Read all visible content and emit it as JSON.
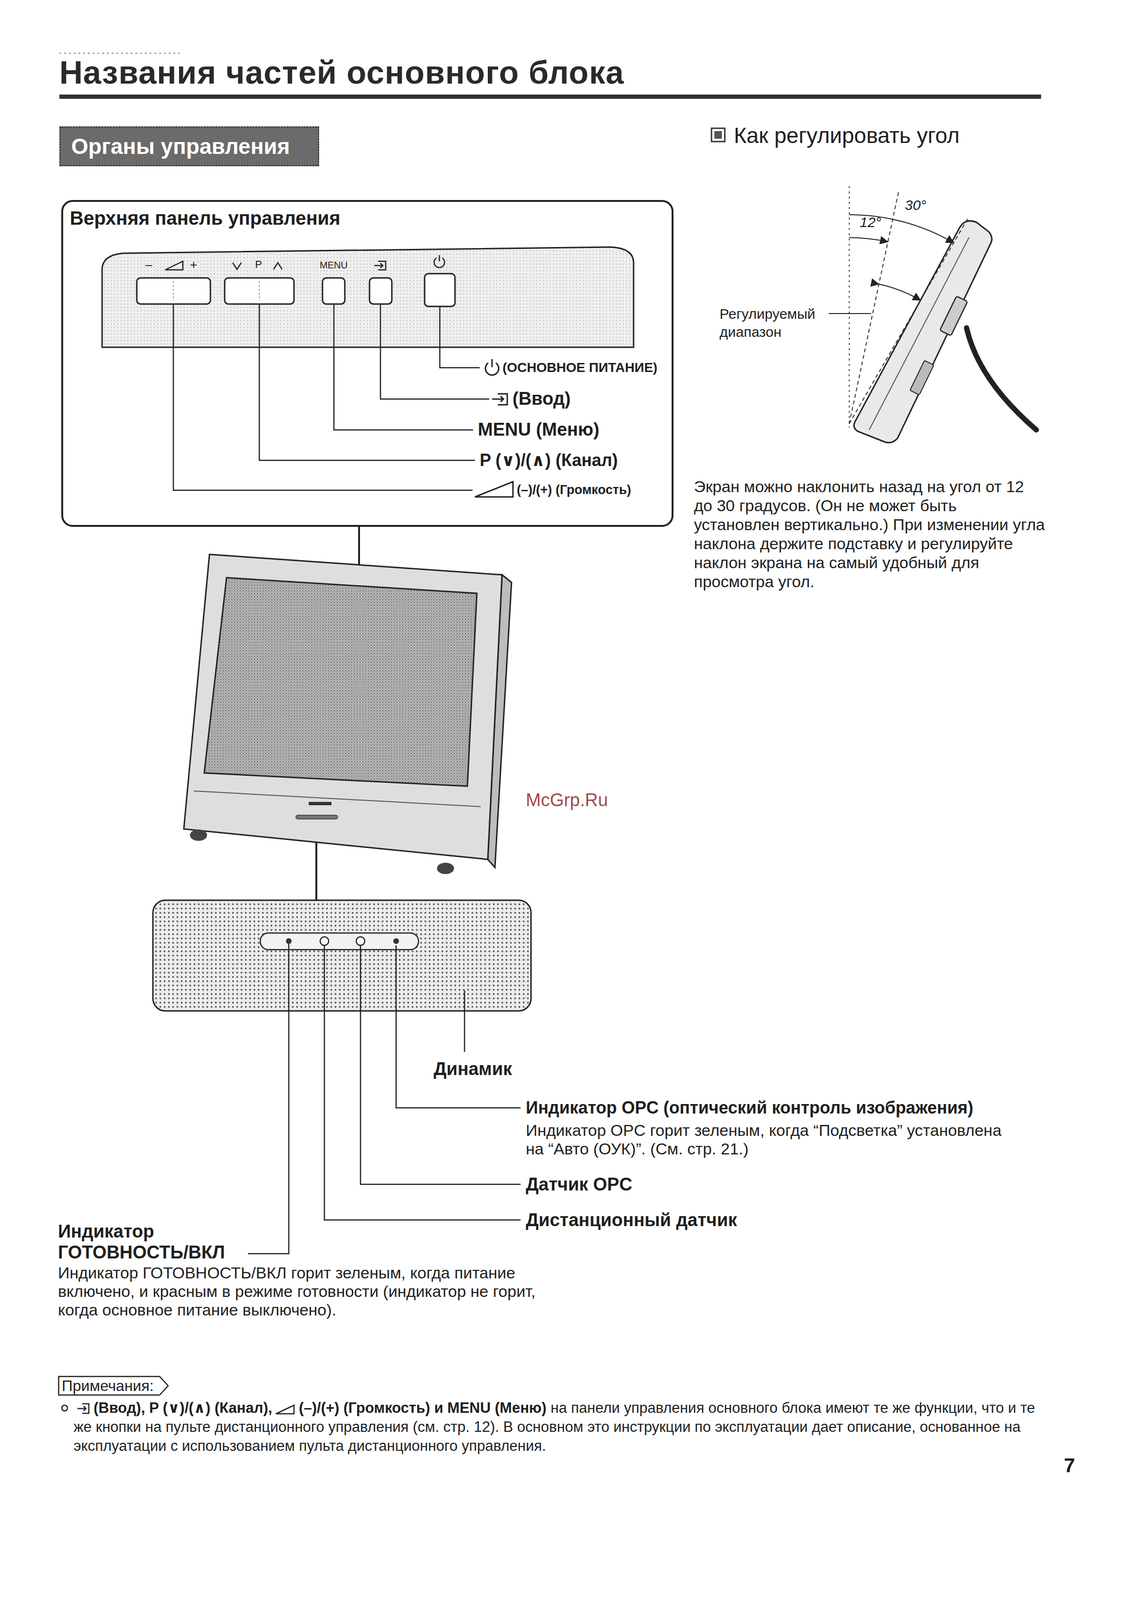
{
  "diagram": {
    "title": "Названия частей основного блока",
    "nodes": [
      {
        "text": [
          "Органы управления"
        ]
      },
      {
        "text": [
          "Верхняя панель управления"
        ]
      },
      {
        "text": [
          "Примечания:"
        ]
      }
    ],
    "labels": [
      "Как регулировать угол",
      "–",
      "+",
      "P",
      "MENU",
      "(ОСНОВНОЕ ПИТАНИЕ)",
      "(Ввод)",
      "MENU (Меню)",
      "P (∨)/(∧) (Канал)",
      "(–)/(+) (Громкость)",
      "30°",
      "12°",
      "Регулируемый диапазон",
      "Экран можно наклонить назад на угол от 12 до 30 градусов. (Он не может быть установлен вертикально.) При изменении угла наклона держите подставку и регулируйте наклон экрана на самый удобный для просмотра угол.",
      "McGrp.Ru",
      "Динамик",
      "Индикатор OPC (оптический контроль изображения)",
      "Индикатор OPC горит зеленым, когда “Подсветка” установлена на “Авто (ОУК)”. (См. стр. 21.)",
      "Датчик OPC",
      "Дистанционный датчик",
      "Индикатор ГОТОВНОСТЬ/ВКЛ",
      "Индикатор ГОТОВНОСТЬ/ВКЛ горит зеленым, когда питание включено, и красным в режиме готовности (индикатор не горит, когда основное питание выключено).",
      "(Ввод), P (∨)/(∧) (Канал),",
      "(–)/(+) (Громкость) и MENU (Меню)",
      "на панели управления основного блока имеют те же функции, что и те же кнопки на пульте дистанционного управления (см. стр. 12). В основном это инструкции по эксплуатации дает описание, основанное на эксплуатации с использованием пульта дистанционного управления.",
      "7"
    ]
  }
}
